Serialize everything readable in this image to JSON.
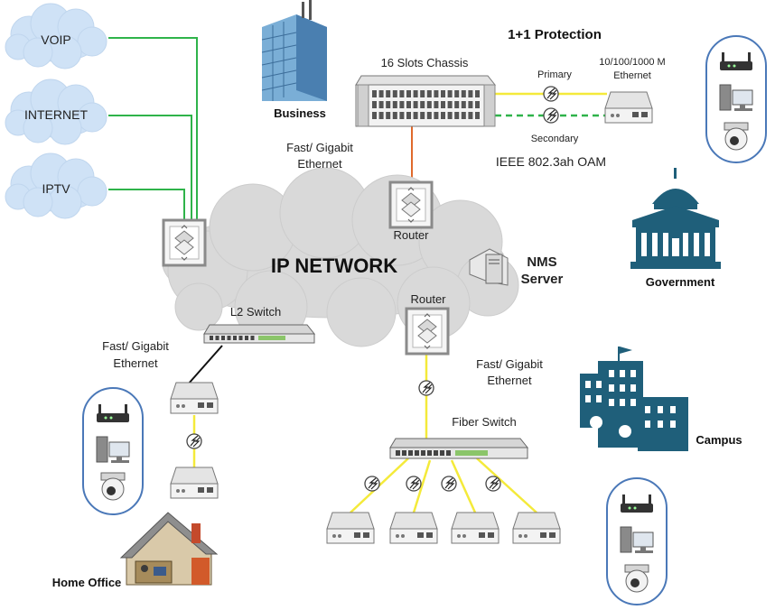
{
  "clouds": {
    "voip": "VOIP",
    "internet": "INTERNET",
    "iptv": "IPTV",
    "ip_network": "IP NETWORK"
  },
  "labels": {
    "business": "Business",
    "protection": "1+1 Protection",
    "chassis": "16 Slots Chassis",
    "ethernet_speed_line1": "10/100/1000 M",
    "ethernet_speed_line2": "Ethernet",
    "primary": "Primary",
    "secondary": "Secondary",
    "oam": "IEEE 802.3ah OAM",
    "fast_gigabit_top_line1": "Fast/ Gigabit",
    "fast_gigabit_top_line2": "Ethernet",
    "router_top": "Router",
    "router_mid": "Router",
    "nms_line1": "NMS",
    "nms_line2": "Server",
    "government": "Government",
    "l2_switch": "L2 Switch",
    "fast_gigabit_left_line1": "Fast/ Gigabit",
    "fast_gigabit_left_line2": "Ethernet",
    "fast_gigabit_right_line1": "Fast/ Gigabit",
    "fast_gigabit_right_line2": "Ethernet",
    "fiber_switch": "Fiber Switch",
    "campus": "Campus",
    "home_office": "Home Office"
  },
  "colors": {
    "cloud_fill": "#cfe2f6",
    "ip_cloud_fill": "#d9d9d9",
    "green_link": "#2fb34a",
    "yellow_link": "#f4ea3a",
    "orange_link": "#e06a2c",
    "building_blue": "#1f5f7a",
    "device_panel_border": "#4a78b8"
  },
  "icons": [
    "router-icon",
    "desktop-computer-icon",
    "security-camera-icon",
    "media-converter-icon",
    "fiber-connector-icon",
    "server-icon",
    "house-icon"
  ]
}
